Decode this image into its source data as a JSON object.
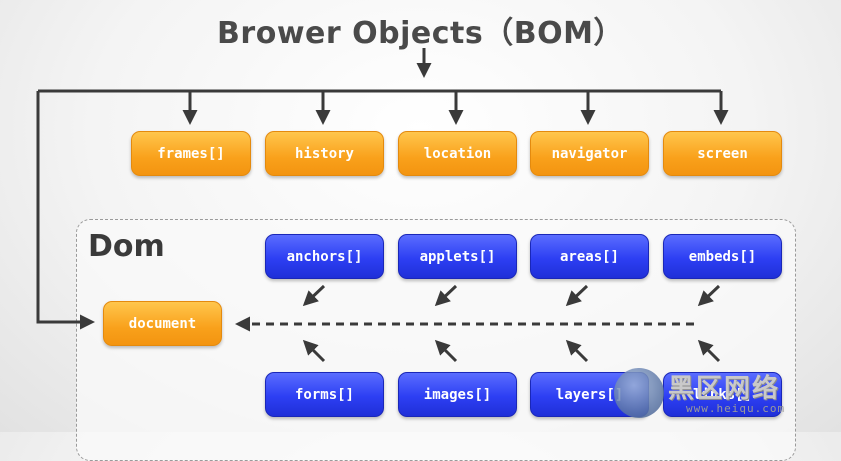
{
  "title": "Brower Objects（BOM）",
  "dom_label": "Dom",
  "bom_children": [
    "frames[]",
    "history",
    "location",
    "navigator",
    "screen"
  ],
  "document_node": "document",
  "dom_top_row": [
    "anchors[]",
    "applets[]",
    "areas[]",
    "embeds[]"
  ],
  "dom_bottom_row": [
    "forms[]",
    "images[]",
    "layers[]",
    "links[]"
  ],
  "watermark": {
    "name": "黑区网络",
    "url": "www.heiqu.com"
  },
  "colors": {
    "orange": "#f9a11b",
    "blue": "#2d3ff3",
    "arrow": "#3a3a3a",
    "title": "#4a4a4a"
  }
}
